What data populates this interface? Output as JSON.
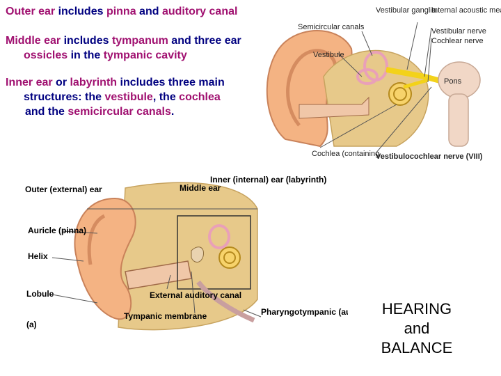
{
  "text": {
    "p1": {
      "a": "Outer ear",
      "b": " includes ",
      "c": "pinna",
      "d": " and ",
      "e": "auditory canal"
    },
    "p2": {
      "a": "Middle ear",
      "b": " includes ",
      "c": "tympanum",
      "d": " and ",
      "e": "three ear",
      "f": "ossicles",
      "g": " in the ",
      "h": "tympanic cavity"
    },
    "p3": {
      "a": "Inner ear",
      "b": " or ",
      "c": "labyrinth",
      "d": " includes three main",
      "e": "structures: the ",
      "f": "vestibule",
      "g": ", the ",
      "h": "cochlea",
      "i": "and the ",
      "j": "semicircular canals",
      "k": "."
    }
  },
  "title": {
    "line1": "HEARING",
    "line2": "and",
    "line3": "BALANCE"
  },
  "top_diagram": {
    "labels": {
      "vestibular_ganglia": "Vestibular ganglia",
      "internal_meatus": "Internal acoustic meatus",
      "semicircular": "Semicircular canals",
      "vestibular_nerve": "Vestibular nerve",
      "cochlear_nerve": "Cochlear nerve",
      "vestibule": "Vestibule",
      "pons": "Pons",
      "cochlea": "Cochlea (containing",
      "vestibulocochlear": "Vestibulocochlear nerve (VIII)"
    }
  },
  "bottom_diagram": {
    "labels": {
      "outer": "Outer (external) ear",
      "middle": "Middle ear",
      "inner": "Inner (internal) ear (labyrinth)",
      "auricle": "Auricle (pinna)",
      "helix": "Helix",
      "lobule": "Lobule",
      "external_canal": "External auditory canal",
      "tympanic_membrane": "Tympanic membrane",
      "pharyngotympanic": "Pharyngotympanic (auditory) tube",
      "fig": "(a)"
    }
  },
  "colors": {
    "text": "#000080",
    "highlight": "#a01070",
    "skin": "#f4b383",
    "bone": "#e7c98a",
    "nerve": "#f3d21a"
  }
}
